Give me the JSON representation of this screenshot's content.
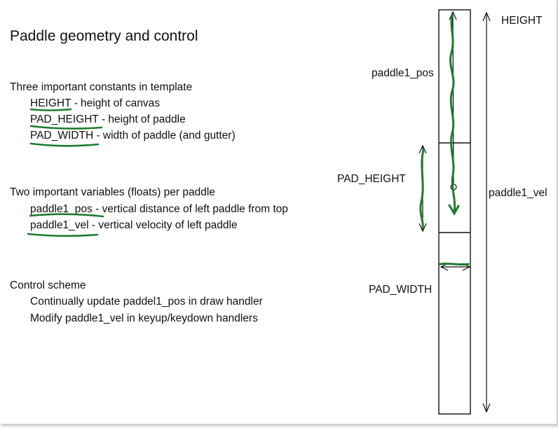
{
  "title": "Paddle geometry and control",
  "constants": {
    "heading": "Three important constants in template",
    "items": [
      {
        "name": "HEIGHT",
        "desc": " - height of canvas"
      },
      {
        "name": "PAD_HEIGHT",
        "desc": " - height of paddle"
      },
      {
        "name": "PAD_WIDTH",
        "desc": " - width of paddle (and gutter)"
      }
    ]
  },
  "variables": {
    "heading": "Two important variables (floats) per paddle",
    "items": [
      {
        "name": "paddle1_pos",
        "desc": " - vertical distance of left paddle from top"
      },
      {
        "name": "paddle1_vel",
        "desc": " - vertical velocity of left paddle"
      }
    ]
  },
  "control": {
    "heading": "Control scheme",
    "items": [
      "Continually update paddel1_pos  in draw handler",
      "Modify paddle1_vel in keyup/keydown handlers"
    ]
  },
  "diagram": {
    "label_height": "HEIGHT",
    "label_pos": "paddle1_pos",
    "label_pad_height": "PAD_HEIGHT",
    "label_vel": "paddle1_vel",
    "label_pad_width": "PAD_WIDTH"
  },
  "colors": {
    "ink": "#111111",
    "annotation_green": "#1e7b2e"
  }
}
